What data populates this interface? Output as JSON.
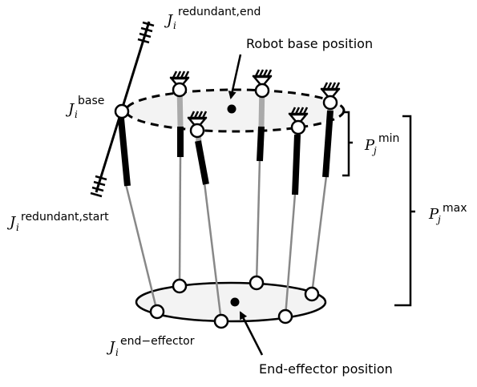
{
  "labels": {
    "robot_base_position": "Robot base position",
    "end_effector_position": "End-effector position"
  },
  "math_labels": {
    "j_redundant_end": {
      "main": "J",
      "sub": "i",
      "sup": "redundant,end"
    },
    "j_base": {
      "main": "J",
      "sub": "i",
      "sup": "base"
    },
    "j_redundant_start": {
      "main": "J",
      "sub": "i",
      "sup": "redundant,start"
    },
    "j_end_effector": {
      "main": "J",
      "sub": "i",
      "sup": "end−effector"
    },
    "p_min": {
      "main": "P",
      "sub": "j",
      "sup": "min"
    },
    "p_max": {
      "main": "P",
      "sub": "j",
      "sup": "max"
    }
  }
}
